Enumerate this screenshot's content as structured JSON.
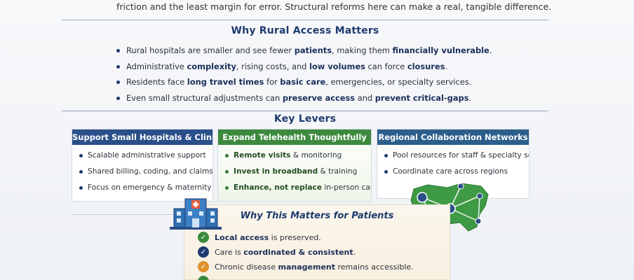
{
  "intro": {
    "text": "friction and the least margin for error. Structural reforms here can make a real, tangible difference."
  },
  "why_rural": {
    "title": "Why Rural Access Matters",
    "bullets": [
      {
        "a": "Rural hospitals are smaller and see fewer ",
        "b": "patients",
        "c": ", making them ",
        "d": "financially vulnerable",
        "e": "."
      },
      {
        "a": "Administrative ",
        "b": "complexity",
        "c": ", rising costs, and ",
        "d": "low volumes",
        "e": " can force ",
        "f": "closures",
        "g": "."
      },
      {
        "a": "Residents face ",
        "b": "long travel times",
        "c": " for ",
        "d": "basic care",
        "e": ", emergencies, or specialty services."
      },
      {
        "a": "Even small structural adjustments can ",
        "b": "preserve access",
        "c": " and ",
        "d": "prevent critical-gaps",
        "e": "."
      }
    ]
  },
  "key_levers": {
    "title": "Key Levers",
    "cards": [
      {
        "title": "Support Small Hospitals & Clinics",
        "color": "#2b4f8a",
        "items": [
          {
            "a": "Scalable administrative support"
          },
          {
            "a": "Shared billing, coding, and claims systems"
          },
          {
            "a": "Focus on emergency & maternity care"
          }
        ]
      },
      {
        "title": "Expand Telehealth Thoughtfully",
        "color": "#3d8a3e",
        "items": [
          {
            "b": "Remote visits",
            "a": " & monitoring"
          },
          {
            "b": "Invest in broadband",
            "a": " & training"
          },
          {
            "b": "Enhance, not replace",
            "a": " in-person care"
          }
        ]
      },
      {
        "title": "Regional Collaboration Networks",
        "color": "#2c5e8c",
        "items": [
          {
            "a": "Pool resources for staff & specialty services"
          },
          {
            "a": "Coordinate care across regions"
          }
        ]
      }
    ]
  },
  "patients": {
    "title": "Why This Matters for Patients",
    "rows": [
      {
        "b": "Local access",
        "a": " is preserved.",
        "color": "#3a8a3b"
      },
      {
        "pre": "Care is ",
        "b": "coordinated & consistent",
        "a": ".",
        "color": "#1e3a6e"
      },
      {
        "pre": "Chronic disease ",
        "b": "management",
        "a": " remains accessible.",
        "color": "#e0902e"
      }
    ]
  },
  "colors": {
    "navy": "#1e3a6e",
    "green": "#3d8a3e",
    "orange": "#e0902e",
    "map_green": "#3e9a44"
  },
  "icons": {
    "hospital": "hospital-building-icon",
    "map": "regional-network-map-icon",
    "check": "check-circle-icon"
  }
}
